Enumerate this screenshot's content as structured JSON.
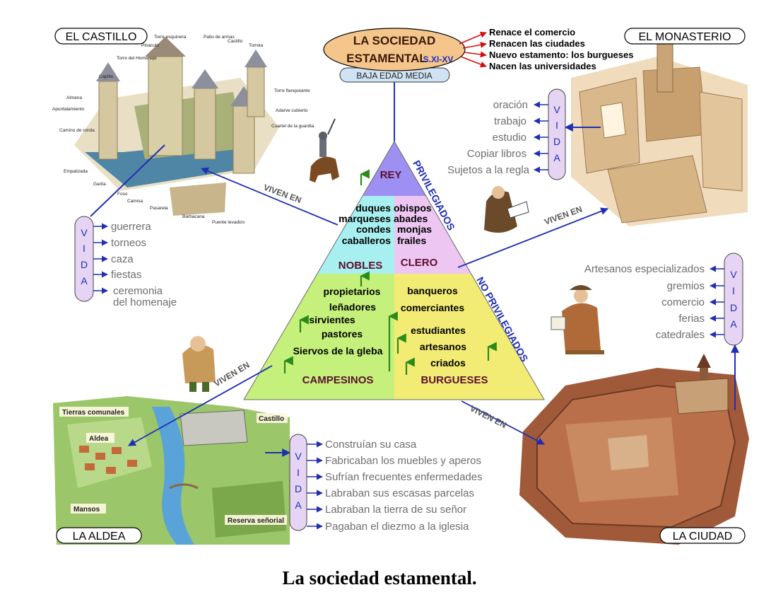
{
  "title": {
    "line1": "LA SOCIEDAD",
    "line2": "ESTAMENTAL",
    "period": "S.XI-XV",
    "subtitle": "BAJA EDAD MEDIA"
  },
  "changes": [
    "Renace el comercio",
    "Renacen las ciudades",
    "Nuevo estamento: los burgueses",
    "Nacen las universidades"
  ],
  "castle": {
    "label": "EL CASTILLO",
    "parts": [
      "Torre esquinera",
      "Pinaculo",
      "Patio de armas",
      "Castillo",
      "Torreta",
      "Torre del Homenaje",
      "Capilla",
      "Almena",
      "Apuntalamiento",
      "Camino de ronda",
      "Torre flanqueante",
      "Adarve cubierto",
      "Cuartel de la guardia",
      "Empalizada",
      "Garita",
      "Foso",
      "Camisa",
      "Pasarela",
      "Barbacana",
      "Puente levadizo"
    ],
    "vida_letters": [
      "V",
      "I",
      "D",
      "A"
    ],
    "vida": [
      "guerrera",
      "torneos",
      "caza",
      "fiestas",
      "ceremonia",
      "del homenaje"
    ]
  },
  "monastery": {
    "label": "EL MONASTERIO",
    "vida_letters": [
      "V",
      "I",
      "D",
      "A"
    ],
    "vida": [
      "oración",
      "trabajo",
      "estudio",
      "Copiar libros",
      "Sujetos a la regla"
    ]
  },
  "city": {
    "label": "LA CIUDAD",
    "vida_letters": [
      "V",
      "I",
      "D",
      "A"
    ],
    "vida": [
      "Artesanos especializados",
      "gremios",
      "comercio",
      "ferias",
      "catedrales"
    ]
  },
  "village": {
    "label": "LA ALDEA",
    "map_labels": [
      "Tierras comunales",
      "Aldea",
      "Castillo",
      "Mansos",
      "Reserva señorial"
    ],
    "vida_letters": [
      "V",
      "I",
      "D",
      "A"
    ],
    "vida": [
      "Construían su casa",
      "Fabricaban los muebles y aperos",
      "Sufrían frecuentes enfermedades",
      "Labraban sus escasas parcelas",
      "Labraban la tierra de su señor",
      "Pagaban el diezmo a la iglesia"
    ]
  },
  "pyramid": {
    "rey": "REY",
    "nobles": {
      "label": "NOBLES",
      "members": [
        "duques",
        "marqueses",
        "condes",
        "caballeros"
      ]
    },
    "clero": {
      "label": "CLERO",
      "members": [
        "obispos",
        "abades",
        "monjas",
        "frailes"
      ]
    },
    "campesinos": {
      "label": "CAMPESINOS",
      "members": [
        "propietarios",
        "leñadores",
        "sirvientes",
        "pastores",
        "Siervos de la gleba"
      ]
    },
    "burgueses": {
      "label": "BURGUESES",
      "members": [
        "banqueros",
        "comerciantes",
        "estudiantes",
        "artesanos",
        "criados"
      ]
    },
    "privilegiados": "PRIVILEGIADOS",
    "no_privilegiados": "NO PRIVILEGIADOS"
  },
  "viven_en": "VIVEN EN",
  "caption": "La sociedad estamental.",
  "colors": {
    "rey": "#9e8ff2",
    "nobles": "#a8f0f0",
    "clero": "#eec6f2",
    "campesinos": "#c6f07c",
    "burgueses": "#f3ec74",
    "title_box": "#f5c68c",
    "vida_box": "#e6d4f4",
    "arrow": "#1f2fb5",
    "label_dark": "#5a1030",
    "grey_text": "#6e6e6e"
  }
}
